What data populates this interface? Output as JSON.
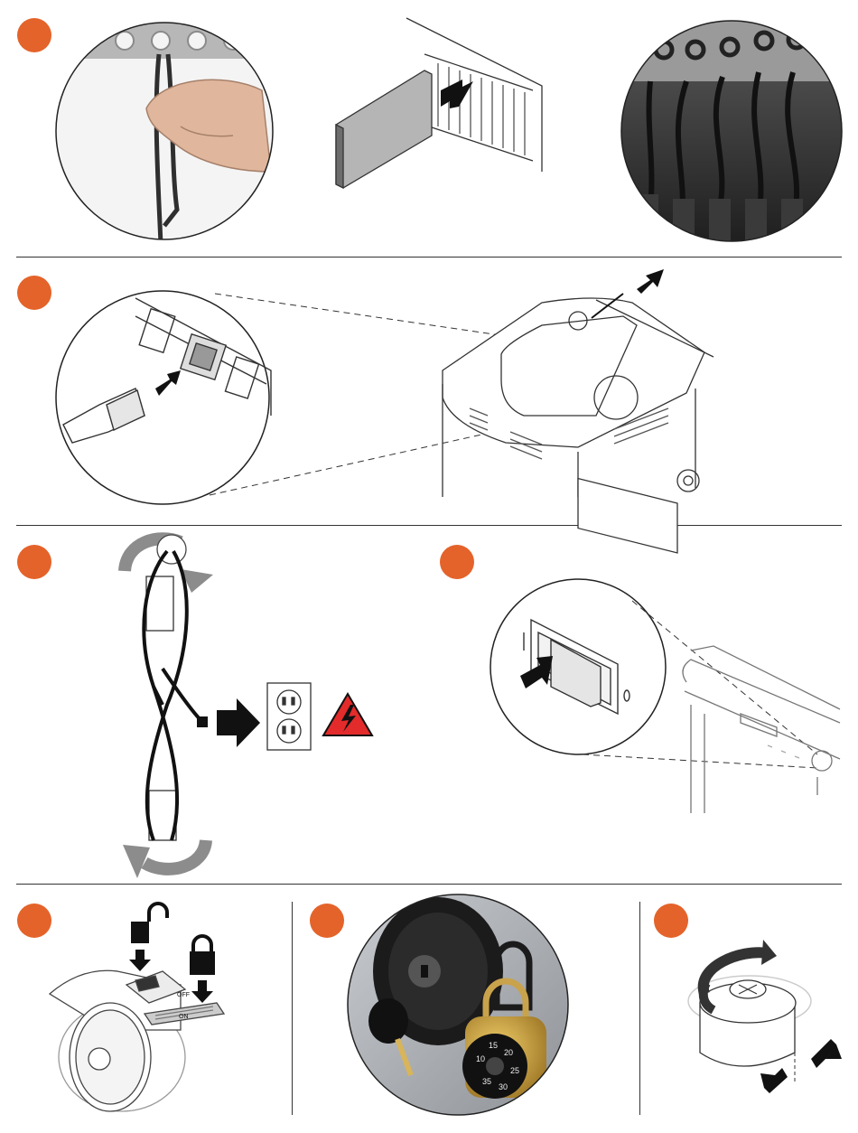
{
  "colors": {
    "step_badge": "#e4632a",
    "warning_red": "#e32b2b",
    "arrow_black": "#111111",
    "arrow_gray": "#8c8c8c",
    "line": "#222222"
  },
  "steps": [
    {
      "id": "step-1",
      "illustrations": [
        "cable-routing-hand",
        "tablet-insert-slot",
        "cables-hanging-photo"
      ]
    },
    {
      "id": "step-2",
      "illustrations": [
        "power-cord-plug-detail",
        "cart-top-power-strip"
      ]
    },
    {
      "id": "step-3",
      "illustrations": [
        "cord-wrap-hooks",
        "wall-outlet",
        "electrical-hazard-sign"
      ]
    },
    {
      "id": "step-4",
      "illustrations": [
        "power-switch-detail",
        "cart-side-switch"
      ]
    },
    {
      "id": "step-5",
      "illustrations": [
        "caster-lock-pedal",
        "unlocked-padlock-icon",
        "locked-padlock-icon"
      ]
    },
    {
      "id": "step-6",
      "illustrations": [
        "door-lock-keys-padlock-photo"
      ]
    },
    {
      "id": "step-7",
      "illustrations": [
        "leveling-foot-adjust"
      ]
    }
  ],
  "labels": {
    "caster_pedal_off": "OFF",
    "caster_pedal_on": "ON",
    "padlock_dial_numbers": [
      "15",
      "10",
      "20",
      "25",
      "30",
      "35"
    ]
  }
}
